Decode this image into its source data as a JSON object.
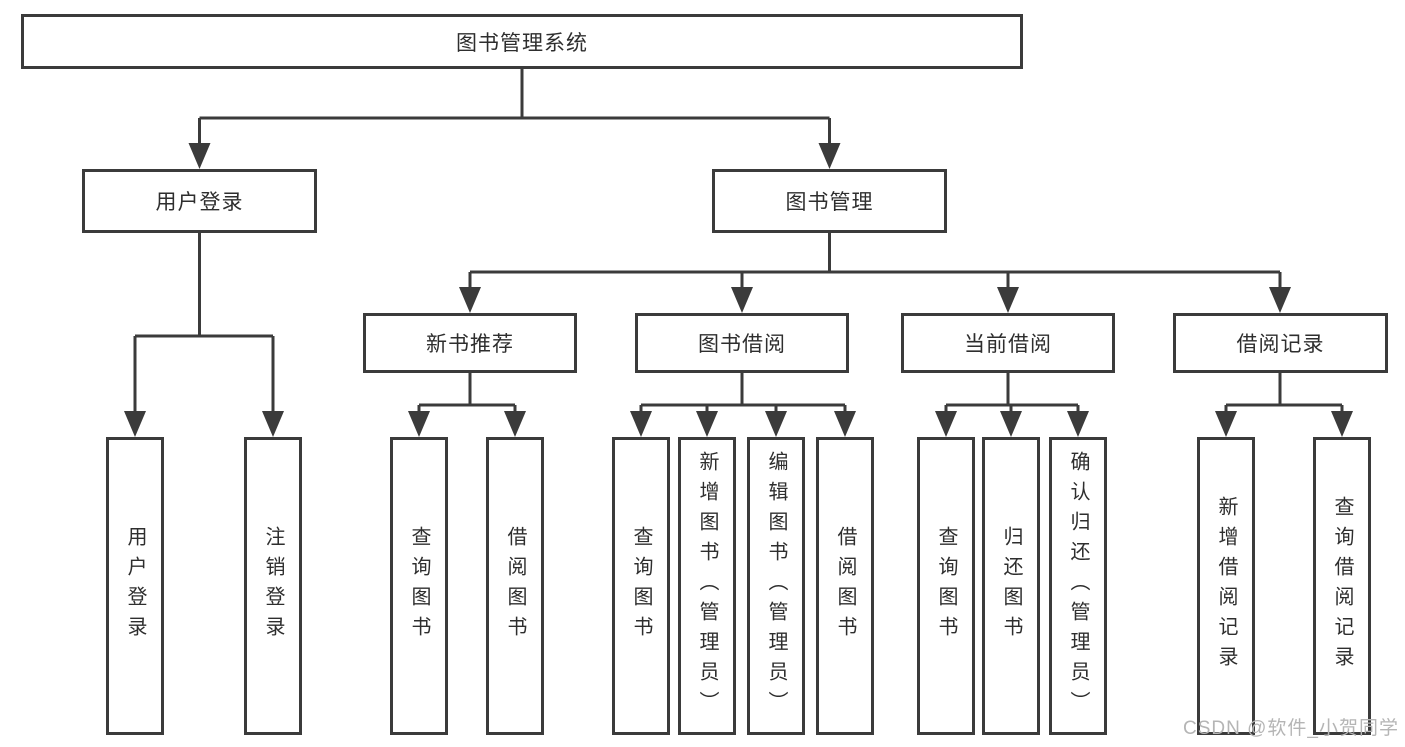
{
  "diagram_type": "hierarchy-tree",
  "colors": {
    "line": "#3b3b3b",
    "box_border": "#3b3b3b",
    "box_fill": "#ffffff",
    "text": "#2e2e2e",
    "watermark": "#b5b5b5",
    "background": "#ffffff"
  },
  "watermark": "CSDN @软件_小贺同学",
  "tree": {
    "root": {
      "label": "图书管理系统",
      "children": [
        {
          "label": "用户登录",
          "children": [
            {
              "label": "用户登录"
            },
            {
              "label": "注销登录"
            }
          ]
        },
        {
          "label": "图书管理",
          "children": [
            {
              "label": "新书推荐",
              "children": [
                {
                  "label": "查询图书"
                },
                {
                  "label": "借阅图书"
                }
              ]
            },
            {
              "label": "图书借阅",
              "children": [
                {
                  "label": "查询图书"
                },
                {
                  "label": "新增图书（管理员）"
                },
                {
                  "label": "编辑图书（管理员）"
                },
                {
                  "label": "借阅图书"
                }
              ]
            },
            {
              "label": "当前借阅",
              "children": [
                {
                  "label": "查询图书"
                },
                {
                  "label": "归还图书"
                },
                {
                  "label": "确认归还（管理员）"
                }
              ]
            },
            {
              "label": "借阅记录",
              "children": [
                {
                  "label": "新增借阅记录"
                },
                {
                  "label": "查询借阅记录"
                }
              ]
            }
          ]
        }
      ]
    }
  }
}
